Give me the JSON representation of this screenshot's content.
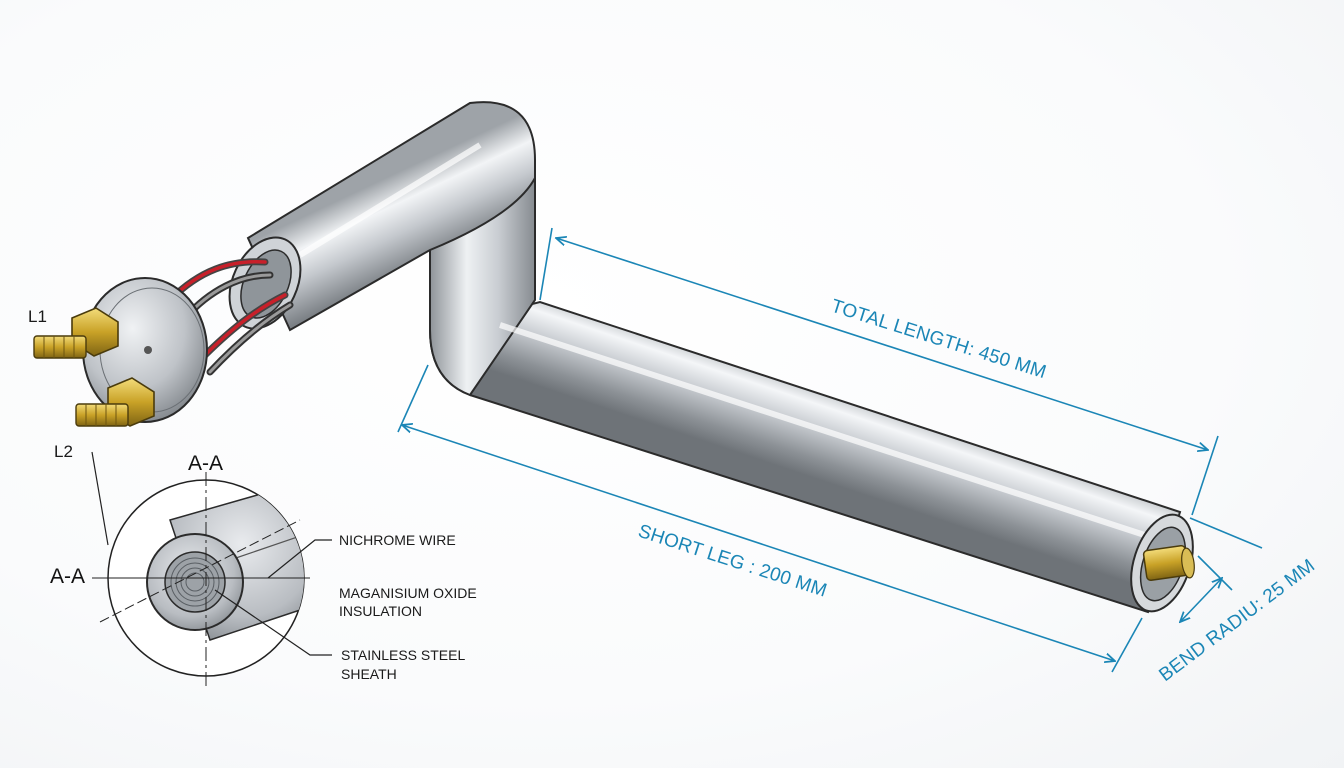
{
  "terminals": {
    "l1": "L1",
    "l2": "L2"
  },
  "section_view": {
    "label_top": "A-A",
    "label_left": "A-A",
    "callouts": {
      "wire": "NICHROME WIRE",
      "insulation_line1": "MAGANISIUM OXIDE",
      "insulation_line2": "INSULATION",
      "sheath_line1": "STAINLESS STEEL",
      "sheath_line2": "SHEATH"
    }
  },
  "dimensions": {
    "total_length": "TOTAL LENGTH: 450 MM",
    "short_leg": "SHORT LEG  : 200 MM",
    "bend_radius": "BEND RADIU: 25 MM"
  },
  "colors": {
    "dimension": "#1b86b6",
    "outline": "#2b2b2b",
    "brass": "#c9a227"
  }
}
